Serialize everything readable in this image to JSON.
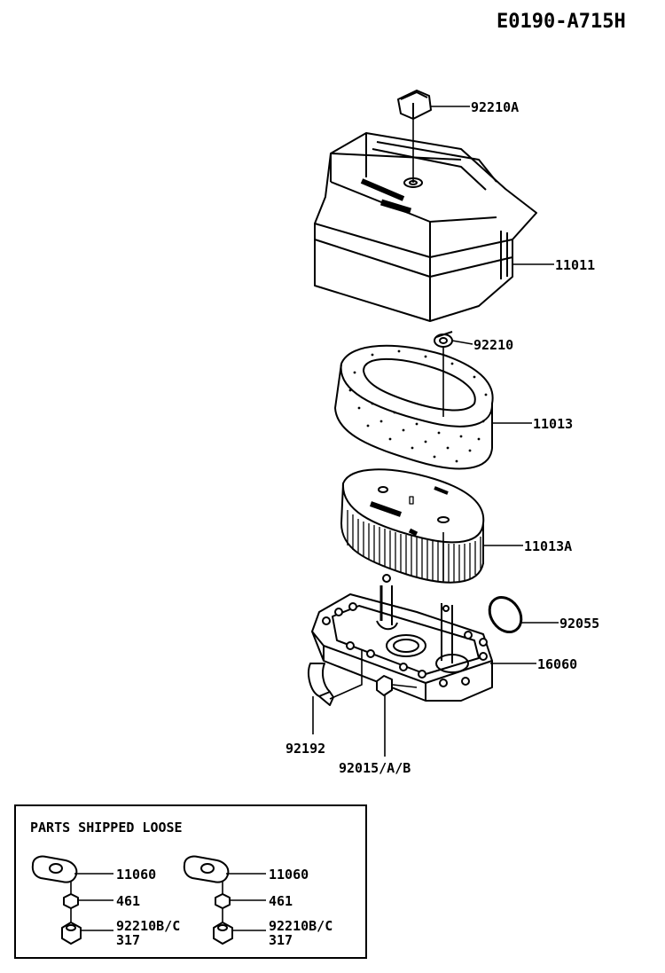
{
  "diagram_code": "E0190-A715H",
  "parts": {
    "p92210A": "92210A",
    "p11011": "11011",
    "p92210": "92210",
    "p11013": "11013",
    "p11013A": "11013A",
    "p92055": "92055",
    "p16060": "16060",
    "p92192": "92192",
    "p92015": "92015/A/B"
  },
  "loose": {
    "title": "PARTS SHIPPED LOOSE",
    "left": {
      "gasket": "11060",
      "nut": "461",
      "nut2_a": "92210B/C",
      "nut2_b": "317"
    },
    "right": {
      "gasket": "11060",
      "nut": "461",
      "nut2_a": "92210B/C",
      "nut2_b": "317"
    }
  }
}
